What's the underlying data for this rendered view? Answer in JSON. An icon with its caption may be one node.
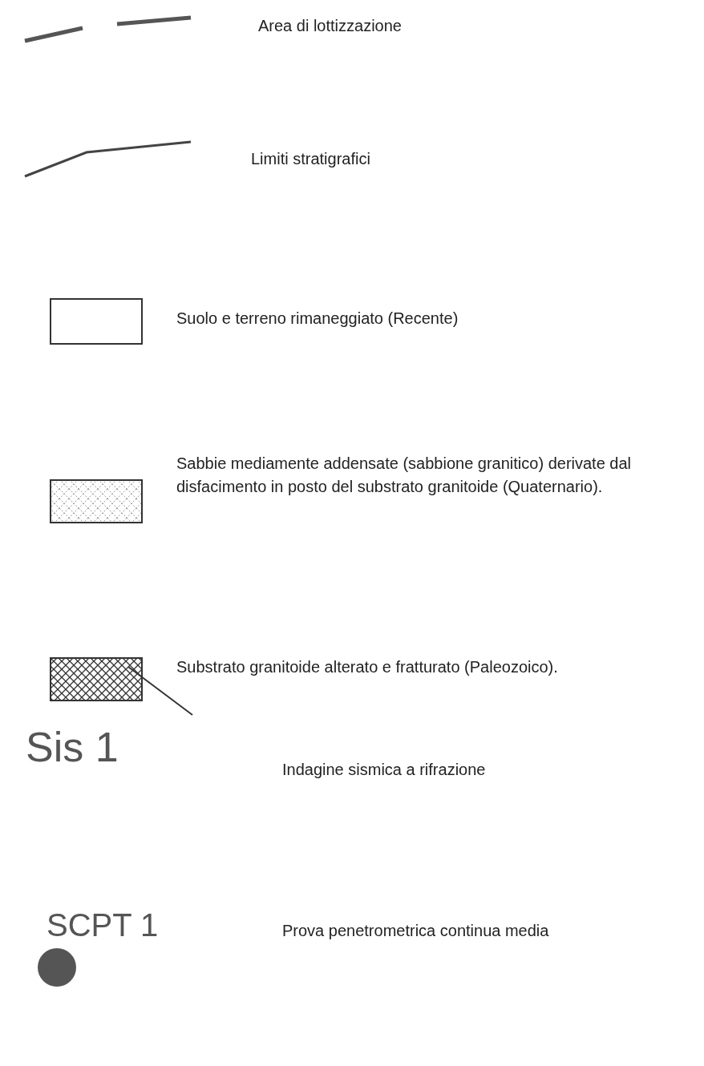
{
  "diagram": {
    "labels": [
      "Sis 1",
      "SCPT 1"
    ],
    "legend": [
      {
        "text": "Area di lottizzazione"
      },
      {
        "text": "Limiti stratigrafici"
      },
      {
        "text": "Suolo e terreno rimaneggiato (Recente)"
      },
      {
        "text": "Sabbie mediamente addensate (sabbione granitico) derivate dal disfacimento in posto del substrato granitoide (Quaternario)."
      },
      {
        "text": "Substrato granitoide alterato e fratturato (Paleozoico)."
      },
      {
        "text": "Indagine sismica  a rifrazione"
      },
      {
        "text": "Prova penetrometrica continua media"
      }
    ]
  }
}
